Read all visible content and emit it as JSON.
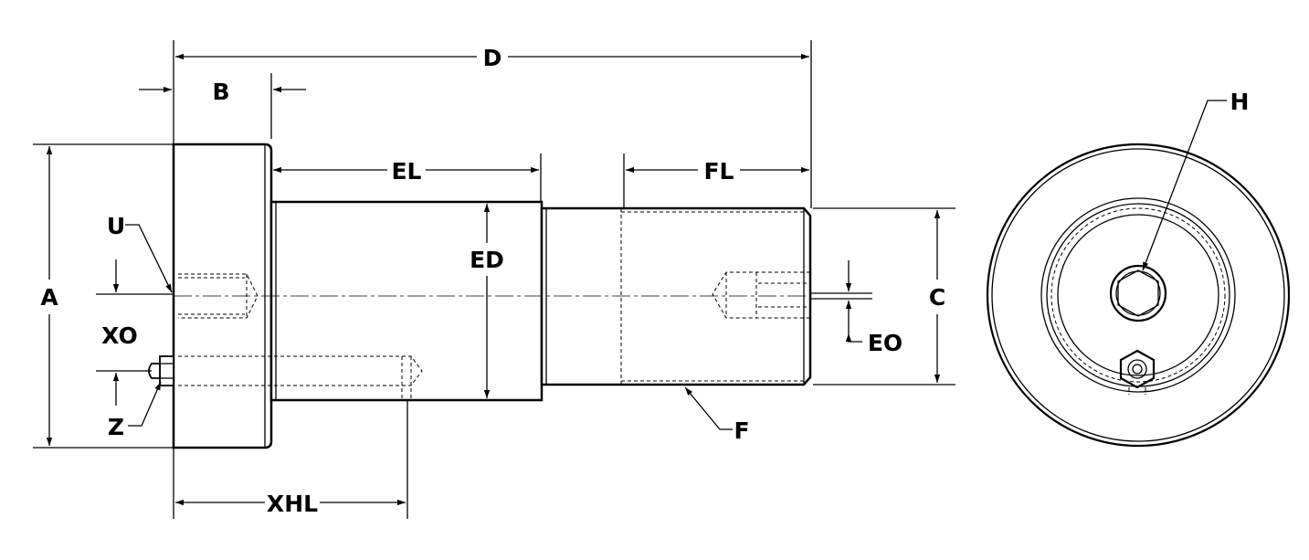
{
  "labels": {
    "D": "D",
    "B": "B",
    "EL": "EL",
    "FL": "FL",
    "A": "A",
    "U": "U",
    "XO": "XO",
    "Z": "Z",
    "ED": "ED",
    "C": "C",
    "EO": "EO",
    "F": "F",
    "XHL": "XHL",
    "H": "H"
  },
  "colors": {
    "ink": "#000000",
    "paper": "#ffffff"
  }
}
